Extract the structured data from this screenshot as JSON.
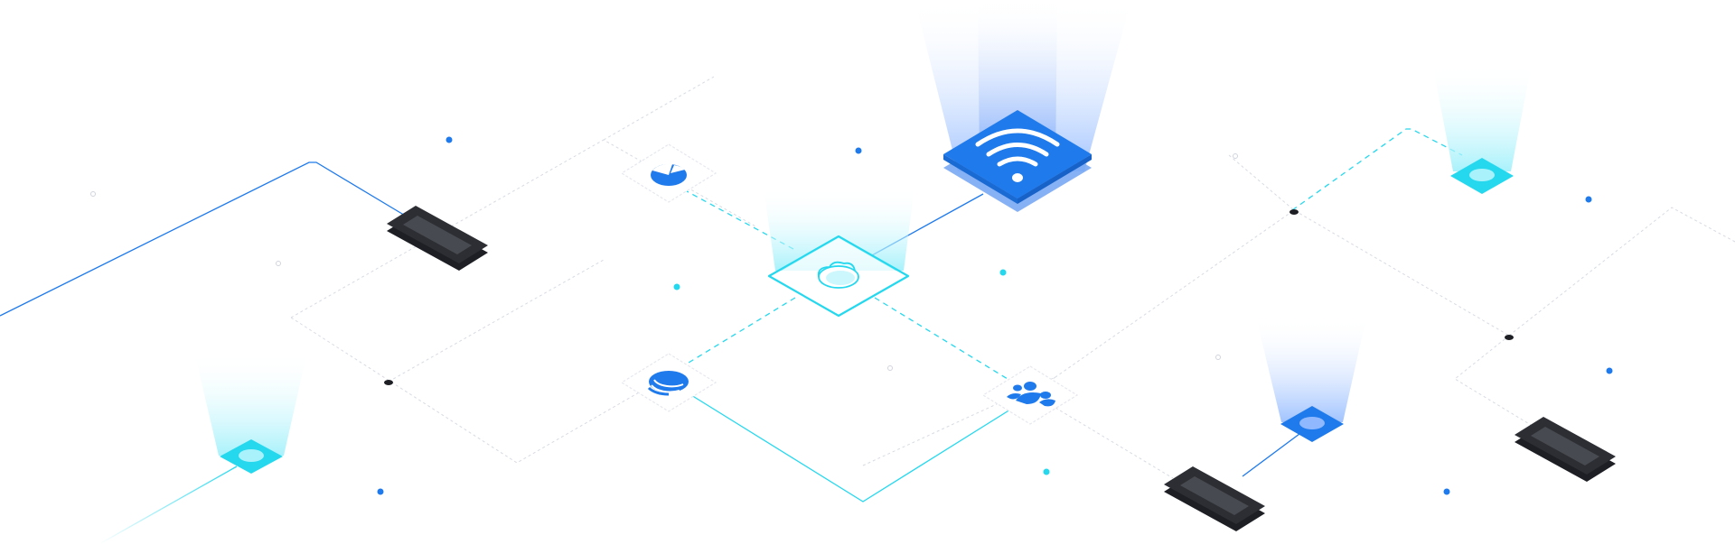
{
  "diagram": {
    "kind": "isometric-network-illustration",
    "colors": {
      "primary_blue": "#1f7aec",
      "cyan": "#25d8ee",
      "dark_device": "#2c2e33",
      "device_screen": "#484a51",
      "grid_line": "#d7dbe2",
      "node_outline": "#e6e8ee",
      "beam_blue": "#8fb8ff",
      "beam_cyan": "#9ff0fb"
    },
    "nodes": [
      {
        "id": "wifi-hub",
        "icon": "wifi-icon",
        "style": "blue-tile-with-beam"
      },
      {
        "id": "cloud-hub",
        "icon": "cloud-icon",
        "style": "cyan-outline-tile-with-beam"
      },
      {
        "id": "pie-chart-node",
        "icon": "pie-chart-icon",
        "style": "plain-tile"
      },
      {
        "id": "layers-node",
        "icon": "layers-icon",
        "style": "plain-tile"
      },
      {
        "id": "users-node",
        "icon": "users-icon",
        "style": "plain-tile"
      },
      {
        "id": "beacon-cyan-left",
        "icon": "beacon-icon",
        "style": "cyan-beacon-with-beam"
      },
      {
        "id": "beacon-blue-right",
        "icon": "beacon-icon",
        "style": "blue-beacon-with-beam"
      },
      {
        "id": "beacon-cyan-top-right",
        "icon": "beacon-icon",
        "style": "cyan-beacon-with-beam"
      },
      {
        "id": "device-left",
        "icon": "tablet-icon",
        "style": "dark-device"
      },
      {
        "id": "device-bottom",
        "icon": "tablet-icon",
        "style": "dark-device"
      },
      {
        "id": "device-right",
        "icon": "tablet-icon",
        "style": "dark-device"
      }
    ],
    "connections": [
      {
        "from": "wifi-hub",
        "to": "cloud-hub",
        "style": "solid-blue"
      },
      {
        "from": "cloud-hub",
        "to": "pie-chart-node",
        "style": "dashed-cyan"
      },
      {
        "from": "cloud-hub",
        "to": "layers-node",
        "style": "dashed-cyan"
      },
      {
        "from": "cloud-hub",
        "to": "users-node",
        "style": "dashed-cyan"
      },
      {
        "from": "layers-node",
        "to": "users-node",
        "style": "solid-cyan"
      },
      {
        "from": "device-left",
        "to": "left-edge",
        "style": "solid-blue"
      },
      {
        "from": "beacon-cyan-left",
        "to": "bottom-edge",
        "style": "solid-cyan"
      },
      {
        "from": "beacon-blue-right",
        "to": "device-bottom",
        "style": "solid-blue"
      },
      {
        "from": "beacon-cyan-top-right",
        "to": "right-grid",
        "style": "dashed-cyan"
      }
    ]
  }
}
